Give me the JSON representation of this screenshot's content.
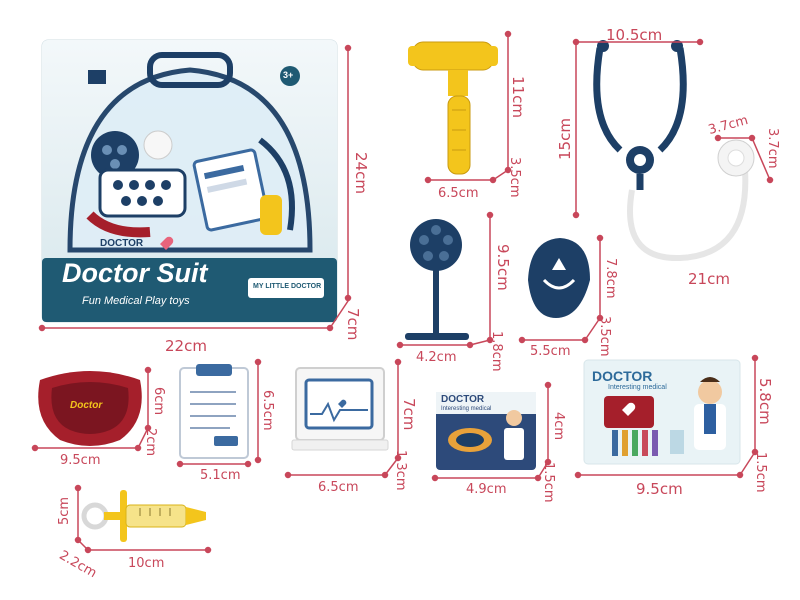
{
  "package": {
    "title": "Doctor Suit",
    "subtitle": "Fun Medical Play toys",
    "tag": "MY LITTLE DOCTOR",
    "box_brand": "DOCTOR",
    "age": "3+"
  },
  "cards": {
    "small_title": "DOCTOR",
    "small_sub": "Interesting medical",
    "large_title": "DOCTOR",
    "large_sub": "Interesting medical"
  },
  "tray_label": "Doctor",
  "dimensions": {
    "box_height": "24cm",
    "box_width": "22cm",
    "box_depth": "7cm",
    "hammer_height": "11cm",
    "hammer_width": "6.5cm",
    "hammer_depth": "3.5cm",
    "stetho_width": "10.5cm",
    "stetho_height": "15cm",
    "stetho_length": "21cm",
    "chest_w": "3.7cm",
    "chest_h": "3.7cm",
    "lamp_height": "9.5cm",
    "lamp_width": "4.2cm",
    "lamp_depth": "1.8cm",
    "otoscope_height": "7.8cm",
    "otoscope_width": "5.5cm",
    "otoscope_depth": "3.5cm",
    "tray_width": "9.5cm",
    "tray_height": "6cm",
    "tray_depth": "2cm",
    "clip_width": "5.1cm",
    "clip_height": "6.5cm",
    "monitor_width": "6.5cm",
    "monitor_height": "7cm",
    "monitor_depth": "1.3cm",
    "card_s_width": "4.9cm",
    "card_s_height": "4cm",
    "card_s_depth": "1.5cm",
    "card_l_width": "9.5cm",
    "card_l_height": "5.8cm",
    "card_l_depth": "1.5cm",
    "syringe_width": "10cm",
    "syringe_height": "5cm",
    "syringe_depth": "2.2cm"
  },
  "colors": {
    "navy": "#1d3f66",
    "teal": "#1f5a73",
    "yellow": "#f3c51c",
    "red": "#a51f2b",
    "dim": "#c8475a"
  }
}
